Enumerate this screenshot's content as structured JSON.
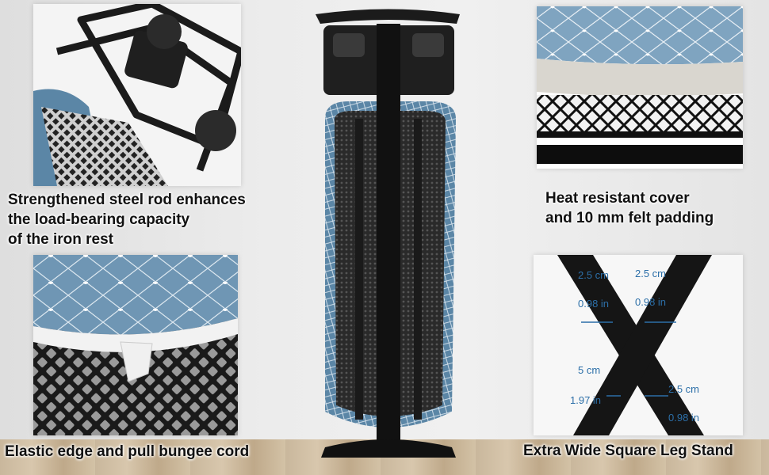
{
  "captions": {
    "steel_rod": [
      "Strengthened steel rod enhances",
      "the load-bearing capacity",
      "of the iron rest"
    ],
    "heat_cover": [
      "Heat resistant cover",
      "and 10 mm felt padding"
    ],
    "elastic_edge": "Elastic edge and pull bungee cord",
    "leg_stand": "Extra Wide Square Leg Stand"
  },
  "dimensions": {
    "left_top_cm": "2.5 cm",
    "left_top_in": "0.98 in",
    "right_top_cm": "2.5 cm",
    "right_top_in": "0.98 in",
    "left_bottom_cm": "5 cm",
    "left_bottom_in": "1.97 in",
    "right_bottom_cm": "2.5 cm",
    "right_bottom_in": "0.98 in"
  },
  "colors": {
    "cover_blue": "#5b86a6",
    "frame_black": "#1b1b1b",
    "dimension_blue": "#2c6fa8"
  }
}
